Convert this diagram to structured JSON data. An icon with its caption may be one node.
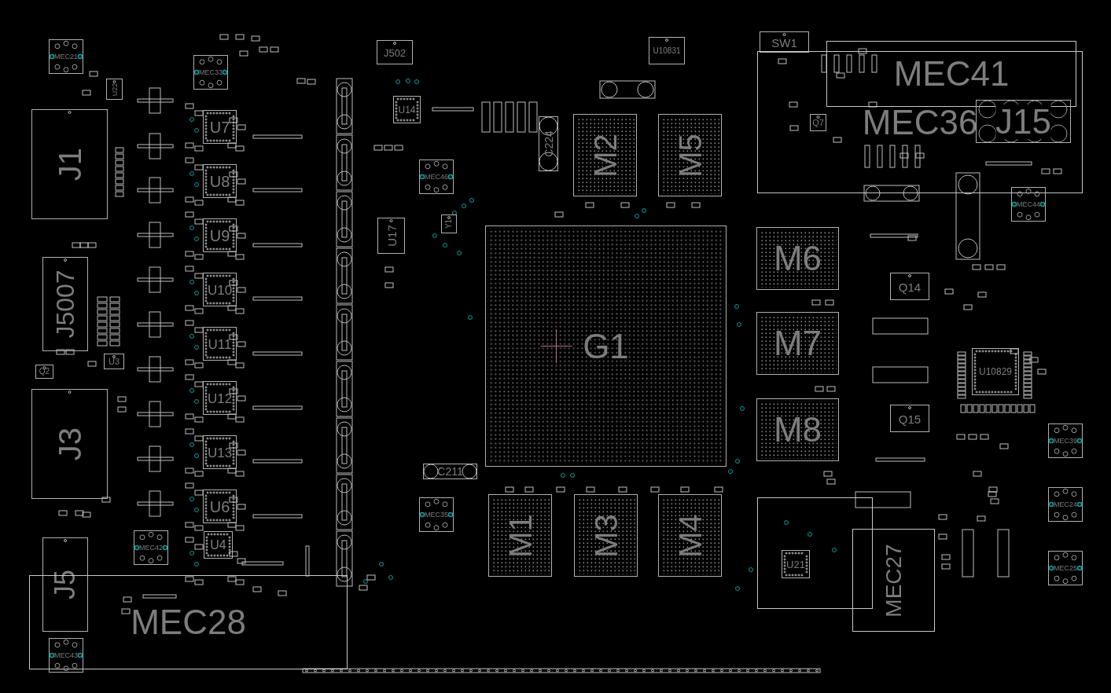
{
  "diagram": {
    "nodes": [
      {
        "text": [
          "MEC21"
        ]
      },
      {
        "text": [
          "MEC33"
        ]
      },
      {
        "text": [
          "J502"
        ]
      },
      {
        "text": [
          "U10831"
        ]
      },
      {
        "text": [
          "SW1"
        ]
      },
      {
        "text": [
          "MEC41"
        ]
      },
      {
        "text": [
          "MEC36"
        ]
      },
      {
        "text": [
          "Q7"
        ],
        "in": 6
      },
      {
        "text": [
          "J15"
        ],
        "in": 6
      },
      {
        "text": [
          "U22"
        ]
      },
      {
        "text": [
          "J1"
        ]
      },
      {
        "text": [
          "U7"
        ]
      },
      {
        "text": [
          "U14"
        ]
      },
      {
        "text": [
          "C224"
        ]
      },
      {
        "text": [
          "M2"
        ]
      },
      {
        "text": [
          "M5"
        ]
      },
      {
        "text": [
          "MEC46"
        ]
      },
      {
        "text": [
          "MEC44"
        ]
      },
      {
        "text": [
          "U8"
        ]
      },
      {
        "text": [
          "U17"
        ]
      },
      {
        "text": [
          "Y1"
        ]
      },
      {
        "text": [
          "U9"
        ]
      },
      {
        "text": [
          "G1"
        ]
      },
      {
        "text": [
          "M6"
        ]
      },
      {
        "text": [
          "Q14"
        ]
      },
      {
        "text": [
          "J5007"
        ]
      },
      {
        "text": [
          "U10"
        ]
      },
      {
        "text": [
          "U11"
        ]
      },
      {
        "text": [
          "M7"
        ]
      },
      {
        "text": [
          "U10829"
        ]
      },
      {
        "text": [
          "Q2"
        ]
      },
      {
        "text": [
          "U3"
        ]
      },
      {
        "text": [
          "U12"
        ]
      },
      {
        "text": [
          "J3"
        ]
      },
      {
        "text": [
          "Q15"
        ]
      },
      {
        "text": [
          "M8"
        ]
      },
      {
        "text": [
          "MEC39"
        ]
      },
      {
        "text": [
          "U13"
        ]
      },
      {
        "text": [
          "C211"
        ]
      },
      {
        "text": [
          "U6"
        ]
      },
      {
        "text": [
          "MEC35"
        ]
      },
      {
        "text": [
          "M1"
        ]
      },
      {
        "text": [
          "M3"
        ]
      },
      {
        "text": [
          "M4"
        ]
      },
      {
        "text": [],
        "shape": "box"
      },
      {
        "text": [
          "U21"
        ],
        "in": 44
      },
      {
        "text": [
          "MEC24"
        ]
      },
      {
        "text": [
          "MEC42"
        ]
      },
      {
        "text": [
          "U4"
        ]
      },
      {
        "text": [
          "MEC27"
        ]
      },
      {
        "text": [
          "MEC25"
        ]
      },
      {
        "text": [
          "J5"
        ]
      },
      {
        "text": [
          "MEC28"
        ]
      },
      {
        "text": [
          "MEC43"
        ],
        "in": 52
      }
    ]
  }
}
